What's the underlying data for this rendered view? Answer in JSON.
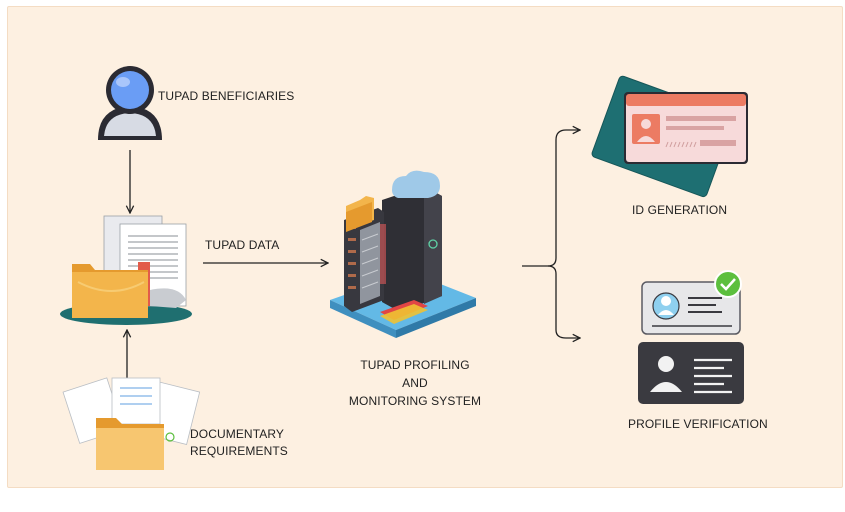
{
  "tag": "",
  "nodes": {
    "beneficiaries": "TUPAD BENEFICIARIES",
    "data": "TUPAD DATA",
    "system": [
      "TUPAD PROFILING",
      "AND",
      "MONITORING SYSTEM"
    ],
    "documentary": [
      "DOCUMENTARY",
      "REQUIREMENTS"
    ],
    "id_generation": "ID GENERATION",
    "profile_verification": "PROFILE VERIFICATION"
  },
  "colors": {
    "background": "#fdf0e1",
    "folder": "#f3b54b",
    "card_header": "#ec7b63",
    "verify_check": "#5cbf3e",
    "server_dark": "#2f2f35",
    "user_blue": "#6a9df5"
  }
}
